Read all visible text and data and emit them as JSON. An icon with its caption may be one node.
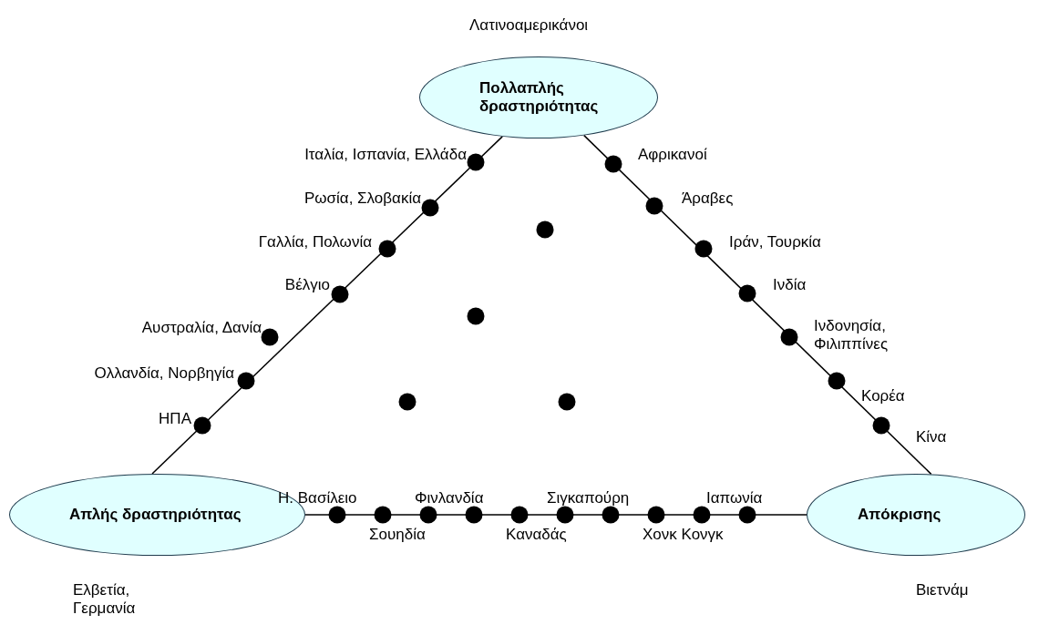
{
  "diagram": {
    "nodes": [
      {
        "text": [
          "Πολλαπλής δραστηριότητας"
        ]
      },
      {
        "text": [
          "Απλής δραστηριότητας"
        ]
      },
      {
        "text": [
          "Απόκρισης"
        ]
      }
    ],
    "edges": [
      {
        "from": 1,
        "to": 0,
        "arrow": "none"
      },
      {
        "from": 0,
        "to": 2,
        "arrow": "none"
      },
      {
        "from": 1,
        "to": 2,
        "arrow": "none"
      }
    ],
    "labels": [
      "Λατινοαμερικάνοι",
      "Ιταλία, Ισπανία, Ελλάδα",
      "Αφρικανοί",
      "Ρωσία, Σλοβακία",
      "Άραβες",
      "Γαλλία, Πολωνία",
      "Ιράν, Τουρκία",
      "Βέλγιο",
      "Ινδία",
      "Αυστραλία, Δανία",
      "Ινδονησία, Φιλιππίνες",
      "Ολλανδία, Νορβηγία",
      "Κορέα",
      "ΗΠΑ",
      "Κίνα",
      "Η. Βασίλειο",
      "Φινλανδία",
      "Σιγκαπούρη",
      "Ιαπωνία",
      "Σουηδία",
      "Καναδάς",
      "Χονκ Κονγκ",
      "Ελβετία, Γερμανία",
      "Βιετνάμ"
    ]
  }
}
